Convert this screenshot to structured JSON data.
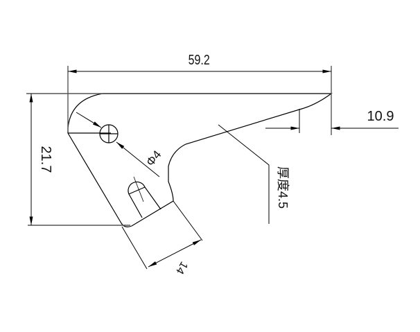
{
  "drawing": {
    "dim_width": "59.2",
    "dim_height": "21.7",
    "dim_tip": "10.9",
    "dim_hole": "Φ4",
    "dim_arm": "14",
    "thickness_note": "厚度4.5",
    "line_color": "#000000",
    "ext_color": "#555555"
  }
}
